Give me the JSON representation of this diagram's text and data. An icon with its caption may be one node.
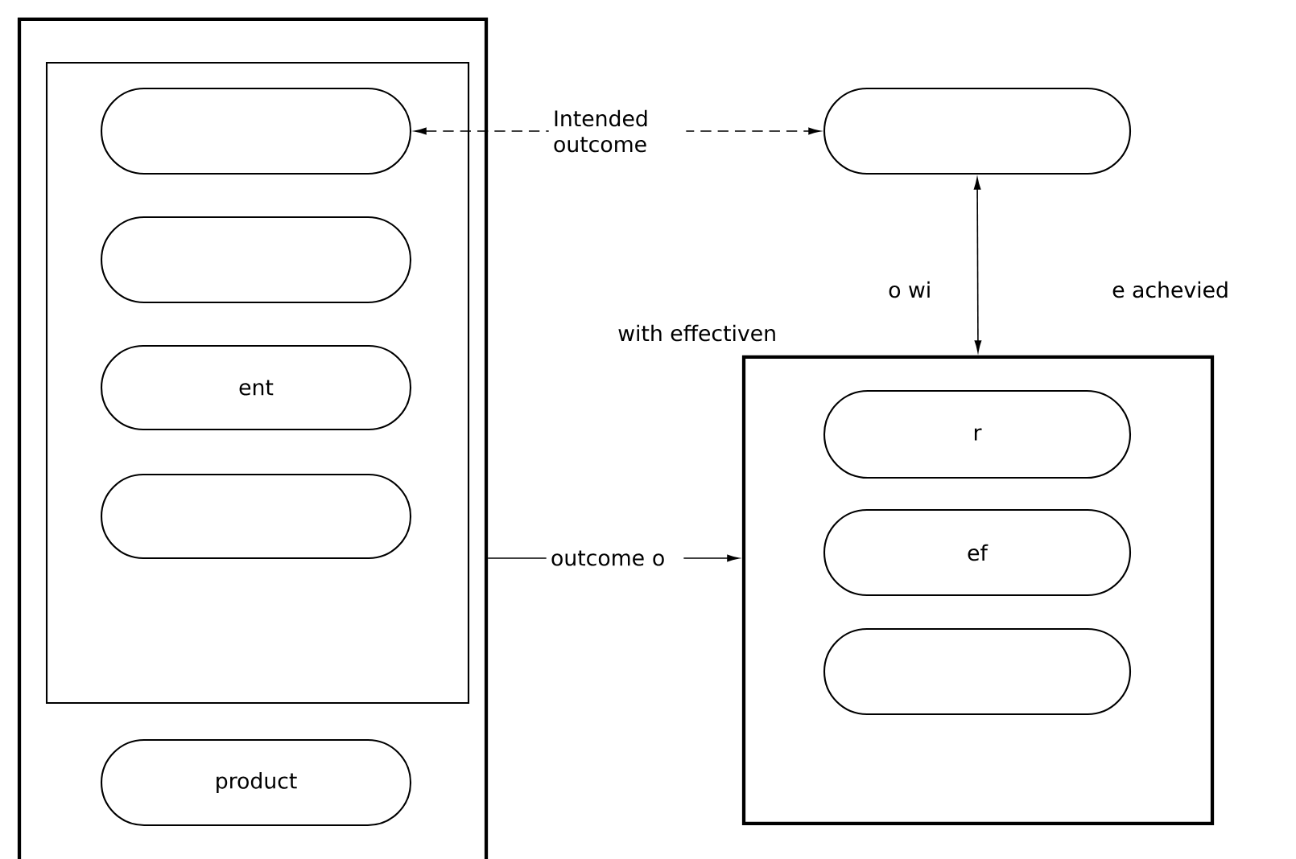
{
  "diagram": {
    "nodes": [
      {
        "text": [],
        "shape": "box"
      },
      {
        "text": [],
        "shape": "box",
        "in": 0
      },
      {
        "text": [],
        "shape": "pill",
        "in": 1
      },
      {
        "text": [],
        "shape": "pill",
        "in": 1
      },
      {
        "text": [
          "ent"
        ],
        "in": 1
      },
      {
        "text": [],
        "shape": "pill",
        "in": 1
      },
      {
        "text": [
          "product"
        ],
        "in": 0
      },
      {
        "text": [],
        "shape": "pill"
      },
      {
        "text": [],
        "shape": "box"
      },
      {
        "text": [
          "r"
        ],
        "in": 8
      },
      {
        "text": [
          "ef"
        ],
        "in": 8
      },
      {
        "text": [],
        "shape": "pill",
        "in": 8
      }
    ],
    "edges": [
      {
        "from": 2,
        "to": 7,
        "arrow": "both",
        "style": "dashed",
        "label": "Intended outcome"
      },
      {
        "from": 7,
        "to": 8,
        "arrow": "both"
      },
      {
        "from": 0,
        "to": 8,
        "arrow": "to",
        "label": "outcome o"
      }
    ],
    "labels": [
      "o wi",
      "e achevied",
      "with effectiven"
    ]
  }
}
